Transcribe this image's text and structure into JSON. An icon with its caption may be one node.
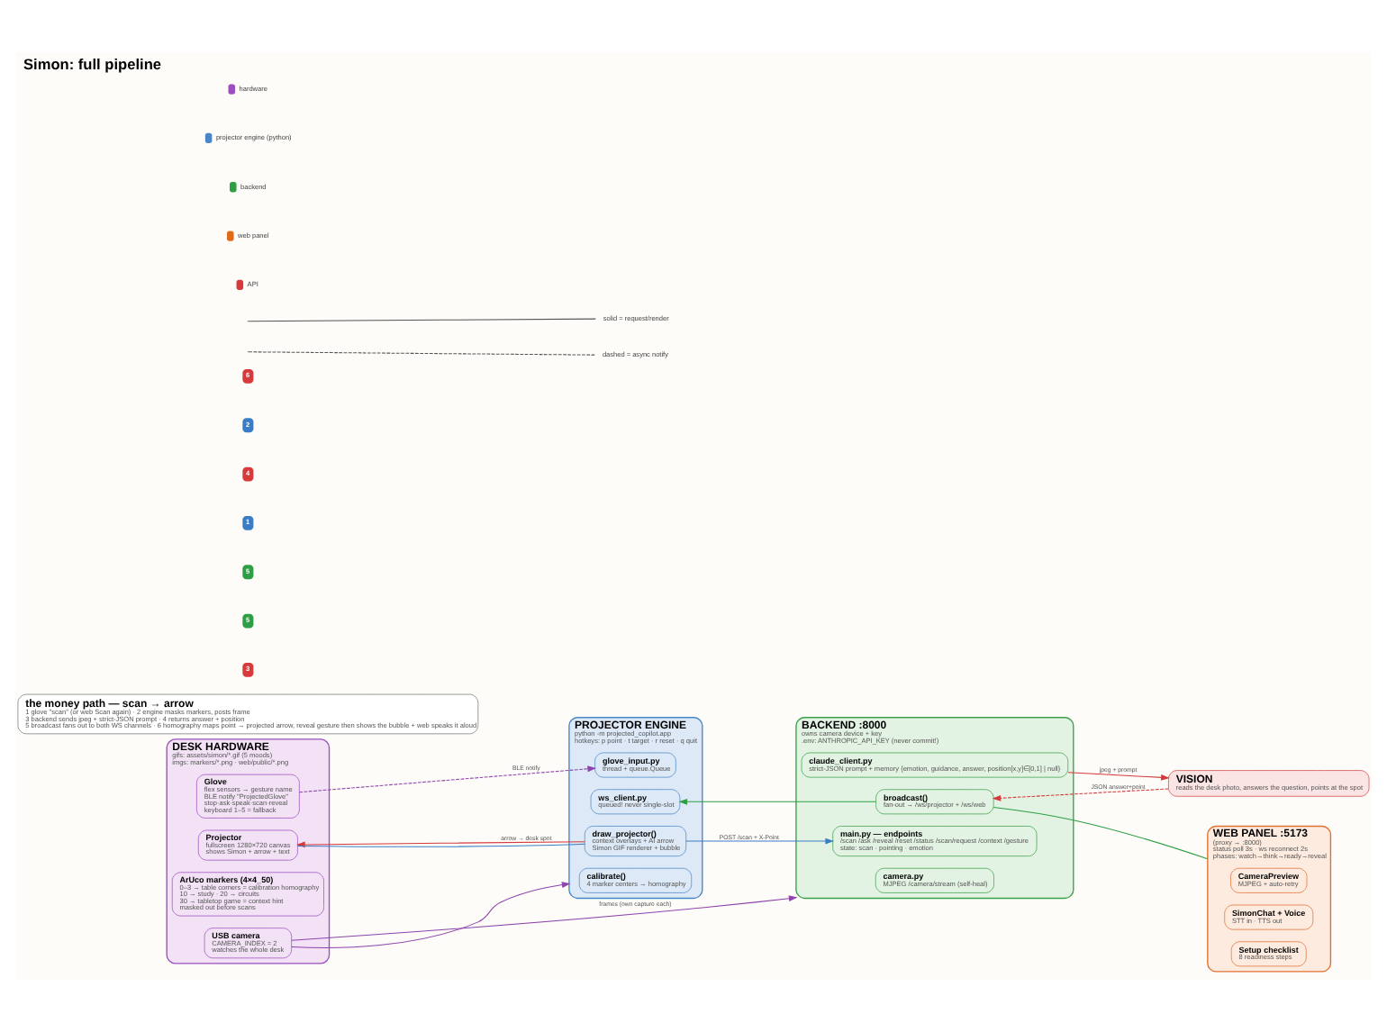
{
  "diagram": {
    "title": "Simon: full pipeline",
    "nodes": [
      {
        "text": [
          "DESK HARDWARE",
          "gifs: assets/simon/*.gif (5 moods)",
          "imgs: markers/*.png · web/public/*.png"
        ]
      },
      {
        "text": [
          "USB camera",
          "CAMERA_INDEX = 2",
          "watches the whole desk"
        ],
        "in": 0
      },
      {
        "text": [
          "Projector",
          "fullscreen 1280×720 canvas",
          "shows Simon + arrow + text"
        ],
        "in": 0
      },
      {
        "text": [
          "ArUco markers (4×4_50)",
          "0–3 → table corners = calibration homography",
          "10 → study · 20 → circuits",
          "30 → tabletop game = context hint",
          "masked out before scans"
        ],
        "in": 0
      },
      {
        "text": [
          "Glove",
          "flex sensors → gesture name",
          "BLE notify \"ProjectedGlove\"",
          "stop·ask·speak·scan·reveal",
          "keyboard 1–5 = fallback"
        ],
        "in": 0
      },
      {
        "text": [
          "PROJECTOR ENGINE",
          "python -m projected_copilot.app",
          "hotkeys: p point · t target · r reset · q quit"
        ]
      },
      {
        "text": [
          "calibrate()",
          "4 marker centers → homography"
        ],
        "in": 5
      },
      {
        "text": [
          "draw_projector()",
          "context overlays + AI arrow",
          "Simon GIF renderer + bubble"
        ],
        "in": 5
      },
      {
        "text": [
          "glove_input.py",
          "thread + queue.Queue"
        ],
        "in": 5
      },
      {
        "text": [
          "ws_client.py",
          "queued! never single-slot"
        ],
        "in": 5
      },
      {
        "text": [
          "BACKEND :8000",
          "owns camera device + key",
          ".env: ANTHROPIC_API_KEY (never commit!)"
        ]
      },
      {
        "text": [
          "camera.py",
          "MJPEG /camera/stream (self-heal)"
        ],
        "in": 10
      },
      {
        "text": [
          "main.py — endpoints",
          "/scan /ask /reveal /reset /status /scan/request /context /gesture",
          "state: scan · pointing · emotion"
        ],
        "in": 10
      },
      {
        "text": [
          "broadcast()",
          "fan-out → /ws/projector + /ws/web"
        ],
        "in": 10
      },
      {
        "text": [
          "claude_client.py",
          "strict-JSON prompt + memory {emotion, guidance, answer, position[x,y]∈[0,1] | null}"
        ],
        "in": 10
      },
      {
        "text": [
          "VISION",
          "reads the desk photo, answers the question, points at the spot"
        ]
      },
      {
        "text": [
          "WEB PANEL :5173",
          "(proxy → :8000)",
          "status poll 3s · ws reconnect 2s",
          "phases: watch→think→ready→reveal"
        ]
      },
      {
        "text": [
          "CameraPreview",
          "MJPEG + auto-retry"
        ],
        "in": 16
      },
      {
        "text": [
          "SimonChat + Voice",
          "STT in · TTS out"
        ],
        "in": 16
      },
      {
        "text": [
          "Setup checklist",
          "8 readiness steps"
        ],
        "in": 16
      },
      {
        "text": [
          "the money path — scan → arrow",
          "1 glove \"scan\" (or web Scan again) · 2 engine masks markers, posts frame",
          "3 backend sends jpeg + strict-JSON prompt · 4 returns answer + position",
          "5 broadcast fans out to both WS channels · 6 homography maps point → projected arrow, reveal gesture then shows the bubble + web speaks it aloud"
        ]
      }
    ],
    "edges": [
      {
        "from": 1,
        "to": 10,
        "arrow": "to",
        "label": "frames (own capture each)",
        "color": "#8e44ad"
      },
      {
        "from": 1,
        "to": 5,
        "arrow": "to",
        "color": "#8e44ad"
      },
      {
        "from": 7,
        "to": 2,
        "arrow": "to",
        "label": "arrow → desk spot",
        "color": "#d63a3a"
      },
      {
        "from": 7,
        "to": 2,
        "arrow": "none",
        "color": "#3b7dc4"
      },
      {
        "from": 4,
        "to": 8,
        "arrow": "to",
        "label": "BLE notify",
        "style": "dashed",
        "color": "#8e44ad"
      },
      {
        "from": 7,
        "to": 12,
        "arrow": "to",
        "label": "POST /scan + X-Point",
        "color": "#3b7dc4"
      },
      {
        "from": 13,
        "to": 9,
        "arrow": "to",
        "color": "#2e9e44"
      },
      {
        "from": 13,
        "to": 16,
        "arrow": "none",
        "color": "#2e9e44"
      },
      {
        "from": 14,
        "to": 15,
        "arrow": "to",
        "label": "jpeg + prompt",
        "color": "#d63a3a"
      },
      {
        "from": 15,
        "to": 13,
        "arrow": "to",
        "label": "JSON answer+point",
        "style": "dashed",
        "color": "#d63a3a"
      }
    ],
    "labels": [
      "6",
      "2",
      "4",
      "1",
      "5",
      "5",
      "3"
    ],
    "legend": [
      {
        "text": "hardware",
        "color": "#9b4fc0"
      },
      {
        "text": "projector engine (python)",
        "color": "#4a86c5"
      },
      {
        "text": "backend",
        "color": "#2e9e44"
      },
      {
        "text": "web panel",
        "color": "#e06a1a"
      },
      {
        "text": "API",
        "color": "#d63a3a"
      },
      {
        "text": "solid = request/render"
      },
      {
        "text": "dashed = async notify"
      }
    ]
  }
}
